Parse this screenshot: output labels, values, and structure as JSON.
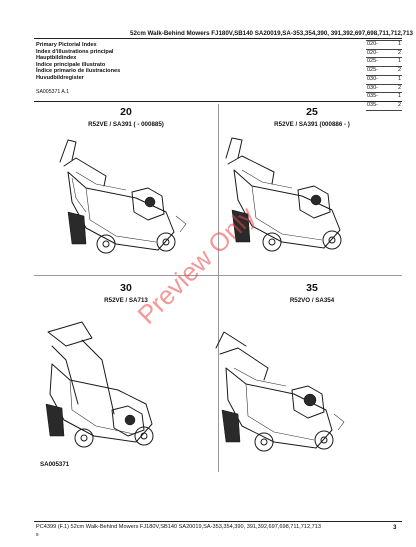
{
  "header": {
    "title": "52cm Walk-Behind Mowers FJ180V,SB140 SA20019,SA-353,354,390, 391,392,697,698,711,712,713"
  },
  "index_titles": [
    "Primary Pictorial Index",
    "Index d'illustrations principal",
    "Hauptbildindex",
    "Indice principale illustrato",
    "Índice primario de ilustraciones",
    "Huvudbildregister"
  ],
  "doc_code": "SA005371 A.1",
  "page_table": [
    {
      "code": "020-",
      "page": "1"
    },
    {
      "code": "020-",
      "page": "2"
    },
    {
      "code": "025-",
      "page": "1"
    },
    {
      "code": "025-",
      "page": "2"
    },
    {
      "code": "030-",
      "page": "1"
    },
    {
      "code": "030-",
      "page": "2"
    },
    {
      "code": "035-",
      "page": "1"
    },
    {
      "code": "035-",
      "page": "2"
    }
  ],
  "panels": [
    {
      "number": "20",
      "model": "R52VE / SA391 (     - 000885)"
    },
    {
      "number": "25",
      "model": "R52VE / SA391 (000886 -     )"
    },
    {
      "number": "30",
      "model": "R52VE / SA713"
    },
    {
      "number": "35",
      "model": "R52VO / SA354"
    }
  ],
  "figure_code": "SA005371",
  "watermark": "Preview Only",
  "footer": {
    "left": "PC4399    (F.1)     52cm Walk-Behind Mowers FJ180V,SB140 SA20019,SA-353,354,390, 391,392,697,698,711,712,713",
    "sub": "9",
    "page": "3"
  }
}
